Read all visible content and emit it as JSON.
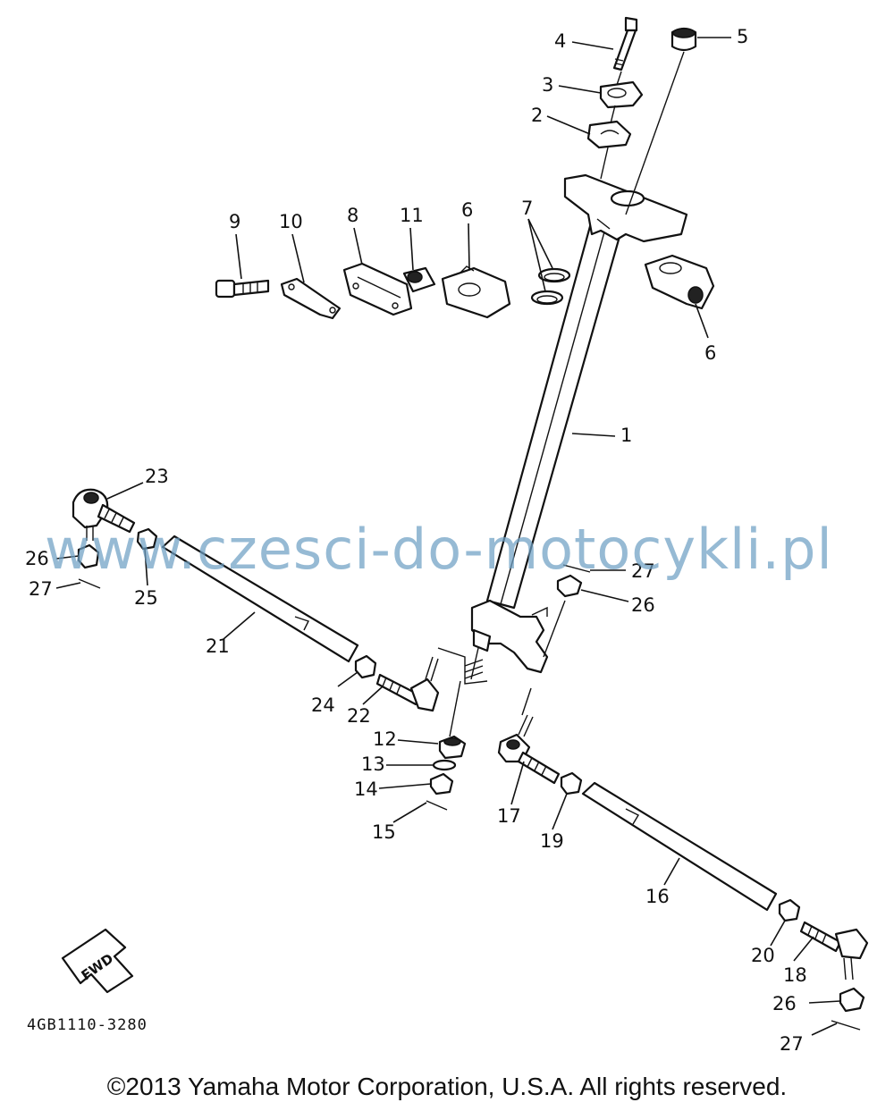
{
  "watermark": "www.czesci-do-motocykli.pl",
  "drawing_number": "4GB1110-3280",
  "fwd_label": "FWD",
  "copyright": "©2013 Yamaha Motor Corporation, U.S.A. All rights reserved.",
  "callouts": [
    {
      "id": "c1",
      "text": "1"
    },
    {
      "id": "c2",
      "text": "2"
    },
    {
      "id": "c3",
      "text": "3"
    },
    {
      "id": "c4",
      "text": "4"
    },
    {
      "id": "c5",
      "text": "5"
    },
    {
      "id": "c6a",
      "text": "6"
    },
    {
      "id": "c6b",
      "text": "6"
    },
    {
      "id": "c7",
      "text": "7"
    },
    {
      "id": "c8",
      "text": "8"
    },
    {
      "id": "c9",
      "text": "9"
    },
    {
      "id": "c10",
      "text": "10"
    },
    {
      "id": "c11",
      "text": "11"
    },
    {
      "id": "c12",
      "text": "12"
    },
    {
      "id": "c13",
      "text": "13"
    },
    {
      "id": "c14",
      "text": "14"
    },
    {
      "id": "c15",
      "text": "15"
    },
    {
      "id": "c16",
      "text": "16"
    },
    {
      "id": "c17",
      "text": "17"
    },
    {
      "id": "c18",
      "text": "18"
    },
    {
      "id": "c19",
      "text": "19"
    },
    {
      "id": "c20",
      "text": "20"
    },
    {
      "id": "c21",
      "text": "21"
    },
    {
      "id": "c22",
      "text": "22"
    },
    {
      "id": "c23",
      "text": "23"
    },
    {
      "id": "c24",
      "text": "24"
    },
    {
      "id": "c25",
      "text": "25"
    },
    {
      "id": "c26a",
      "text": "26"
    },
    {
      "id": "c26b",
      "text": "26"
    },
    {
      "id": "c26c",
      "text": "26"
    },
    {
      "id": "c27a",
      "text": "27"
    },
    {
      "id": "c27b",
      "text": "27"
    },
    {
      "id": "c27c",
      "text": "27"
    }
  ]
}
